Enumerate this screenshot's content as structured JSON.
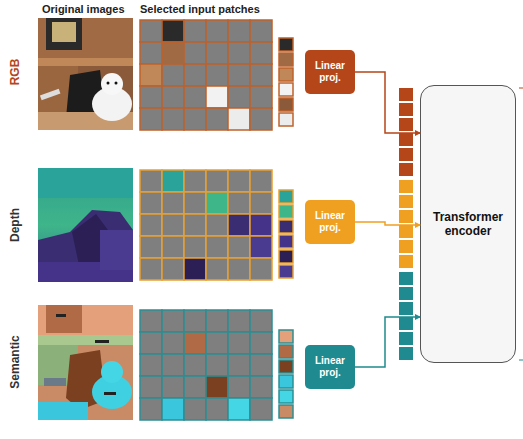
{
  "diagram": {
    "nodes": [
      {
        "text": [
          "Linear proj."
        ]
      },
      {
        "text": [
          "Linear proj."
        ]
      },
      {
        "text": [
          "Linear proj."
        ]
      },
      {
        "text": [
          "Transformer encoder"
        ]
      }
    ],
    "edges": [
      {
        "from": 0,
        "to": 3,
        "arrow": "to"
      },
      {
        "from": 1,
        "to": 3,
        "arrow": "to"
      },
      {
        "from": 2,
        "to": 3,
        "arrow": "to"
      }
    ],
    "labels": [
      "Original images",
      "Selected input patches",
      "RGB",
      "Depth",
      "Semantic"
    ]
  }
}
